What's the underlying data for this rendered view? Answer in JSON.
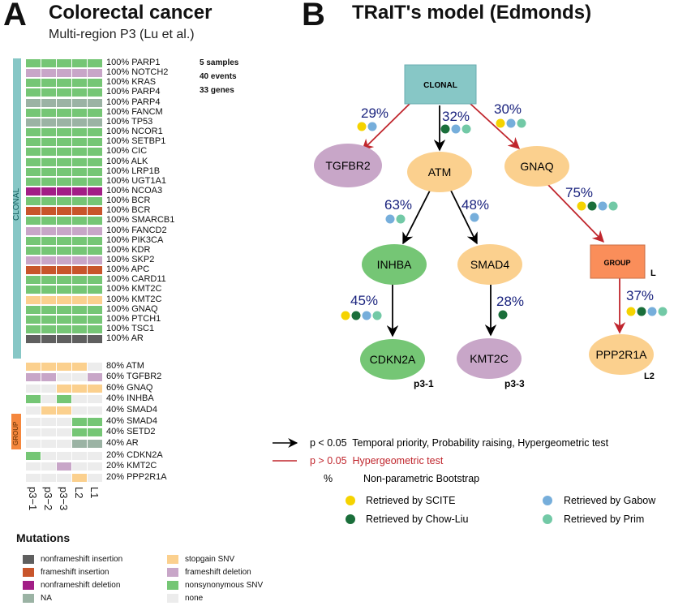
{
  "panel_a": {
    "letter": "A",
    "title": "Colorectal cancer",
    "subtitle": "Multi-region P3 (Lu et al.)",
    "stats": [
      "5 samples",
      "40 events",
      "33 genes"
    ],
    "sidebar_clonal": "CLONAL",
    "sidebar_group": "GROUP",
    "columns": [
      "p3−1",
      "p3−2",
      "p3−3",
      "L2",
      "L1"
    ],
    "colors": {
      "nonframeshift_insertion": "#5f5f5f",
      "frameshift_insertion": "#c8552b",
      "nonframeshift_deletion": "#a21e86",
      "NA": "#9bb3a4",
      "stopgain_SNV": "#fbd08e",
      "frameshift_deletion": "#c8a6c8",
      "nonsynonymous_SNV": "#75c675",
      "none": "#ececec"
    },
    "rows": [
      {
        "label": "100% PARP1",
        "cells": [
          "S",
          "S",
          "S",
          "S",
          "S"
        ]
      },
      {
        "label": "100% NOTCH2",
        "cells": [
          "FD",
          "FD",
          "FD",
          "FD",
          "FD"
        ]
      },
      {
        "label": "100% KRAS",
        "cells": [
          "S",
          "S",
          "S",
          "S",
          "S"
        ]
      },
      {
        "label": "100% PARP4",
        "cells": [
          "S",
          "S",
          "S",
          "S",
          "S"
        ]
      },
      {
        "label": "100% PARP4",
        "cells": [
          "NA",
          "NA",
          "NA",
          "NA",
          "NA"
        ]
      },
      {
        "label": "100% FANCM",
        "cells": [
          "S",
          "S",
          "S",
          "S",
          "S"
        ]
      },
      {
        "label": "100% TP53",
        "cells": [
          "NA",
          "NA",
          "NA",
          "NA",
          "NA"
        ]
      },
      {
        "label": "100% NCOR1",
        "cells": [
          "S",
          "S",
          "S",
          "S",
          "S"
        ]
      },
      {
        "label": "100% SETBP1",
        "cells": [
          "S",
          "S",
          "S",
          "S",
          "S"
        ]
      },
      {
        "label": "100% CIC",
        "cells": [
          "S",
          "S",
          "S",
          "S",
          "S"
        ]
      },
      {
        "label": "100% ALK",
        "cells": [
          "S",
          "S",
          "S",
          "S",
          "S"
        ]
      },
      {
        "label": "100% LRP1B",
        "cells": [
          "S",
          "S",
          "S",
          "S",
          "S"
        ]
      },
      {
        "label": "100% UGT1A1",
        "cells": [
          "S",
          "S",
          "S",
          "S",
          "S"
        ]
      },
      {
        "label": "100% NCOA3",
        "cells": [
          "ND",
          "ND",
          "ND",
          "ND",
          "ND"
        ]
      },
      {
        "label": "100% BCR",
        "cells": [
          "S",
          "S",
          "S",
          "S",
          "S"
        ]
      },
      {
        "label": "100% BCR",
        "cells": [
          "FI",
          "FI",
          "FI",
          "FI",
          "FI"
        ]
      },
      {
        "label": "100% SMARCB1",
        "cells": [
          "S",
          "S",
          "S",
          "S",
          "S"
        ]
      },
      {
        "label": "100% FANCD2",
        "cells": [
          "FD",
          "FD",
          "FD",
          "FD",
          "FD"
        ]
      },
      {
        "label": "100% PIK3CA",
        "cells": [
          "S",
          "S",
          "S",
          "S",
          "S"
        ]
      },
      {
        "label": "100% KDR",
        "cells": [
          "S",
          "S",
          "S",
          "S",
          "S"
        ]
      },
      {
        "label": "100% SKP2",
        "cells": [
          "FD",
          "FD",
          "FD",
          "FD",
          "FD"
        ]
      },
      {
        "label": "100% APC",
        "cells": [
          "FI",
          "FI",
          "FI",
          "FI",
          "FI"
        ]
      },
      {
        "label": "100% CARD11",
        "cells": [
          "S",
          "S",
          "S",
          "S",
          "S"
        ]
      },
      {
        "label": "100% KMT2C",
        "cells": [
          "S",
          "S",
          "S",
          "S",
          "S"
        ]
      },
      {
        "label": "100% KMT2C",
        "cells": [
          "SG",
          "SG",
          "SG",
          "SG",
          "SG"
        ]
      },
      {
        "label": "100% GNAQ",
        "cells": [
          "S",
          "S",
          "S",
          "S",
          "S"
        ]
      },
      {
        "label": "100% PTCH1",
        "cells": [
          "S",
          "S",
          "S",
          "S",
          "S"
        ]
      },
      {
        "label": "100% TSC1",
        "cells": [
          "S",
          "S",
          "S",
          "S",
          "S"
        ]
      },
      {
        "label": "100% AR",
        "cells": [
          "NI",
          "NI",
          "NI",
          "NI",
          "NI"
        ]
      },
      {
        "label": "80% ATM",
        "cells": [
          "SG",
          "SG",
          "SG",
          "SG",
          "N"
        ]
      },
      {
        "label": "60% TGFBR2",
        "cells": [
          "FD",
          "FD",
          "N",
          "N",
          "FD"
        ]
      },
      {
        "label": "60% GNAQ",
        "cells": [
          "N",
          "N",
          "SG",
          "SG",
          "SG"
        ]
      },
      {
        "label": "40% INHBA",
        "cells": [
          "S",
          "N",
          "S",
          "N",
          "N"
        ]
      },
      {
        "label": "40% SMAD4",
        "cells": [
          "N",
          "SG",
          "SG",
          "N",
          "N"
        ]
      },
      {
        "label": "40% SMAD4",
        "cells": [
          "N",
          "N",
          "N",
          "S",
          "S"
        ]
      },
      {
        "label": "40% SETD2",
        "cells": [
          "N",
          "N",
          "N",
          "S",
          "S"
        ]
      },
      {
        "label": "40% AR",
        "cells": [
          "N",
          "N",
          "N",
          "NA",
          "NA"
        ]
      },
      {
        "label": "20% CDKN2A",
        "cells": [
          "S",
          "N",
          "N",
          "N",
          "N"
        ]
      },
      {
        "label": "20% KMT2C",
        "cells": [
          "N",
          "N",
          "FD",
          "N",
          "N"
        ]
      },
      {
        "label": "20% PPP2R1A",
        "cells": [
          "N",
          "N",
          "N",
          "SG",
          "N"
        ]
      }
    ],
    "legend": {
      "title": "Mutations",
      "items": [
        {
          "label": "nonframeshift insertion",
          "color": "#5f5f5f"
        },
        {
          "label": "frameshift insertion",
          "color": "#c8552b"
        },
        {
          "label": "nonframeshift deletion",
          "color": "#a21e86"
        },
        {
          "label": "NA",
          "color": "#9bb3a4"
        },
        {
          "label": "stopgain SNV",
          "color": "#fbd08e"
        },
        {
          "label": "frameshift deletion",
          "color": "#c8a6c8"
        },
        {
          "label": "nonsynonymous SNV",
          "color": "#75c675"
        },
        {
          "label": "none",
          "color": "#ececec"
        }
      ]
    }
  },
  "panel_b": {
    "letter": "B",
    "title": "TRaIT's model (Edmonds)",
    "nodes": {
      "clonal": "CLONAL",
      "tgfbr2": "TGFBR2",
      "atm": "ATM",
      "gnaq": "GNAQ",
      "inhba": "INHBA",
      "smad4": "SMAD4",
      "group": "GROUP",
      "cdkn2a": "CDKN2A",
      "kmt2c": "KMT2C",
      "ppp2r1a": "PPP2R1A"
    },
    "node_tags": {
      "group": "L",
      "cdkn2a": "p3-1",
      "kmt2c": "p3-3",
      "ppp2r1a": "L2"
    },
    "edge_labels": {
      "clonal_tgfbr2": "29%",
      "clonal_atm": "32%",
      "clonal_gnaq": "30%",
      "atm_inhba": "63%",
      "atm_smad4": "48%",
      "gnaq_group": "75%",
      "inhba_cdkn2a": "45%",
      "smad4_kmt2c": "28%",
      "group_ppp2r1a": "37%"
    },
    "legend": {
      "black_arrow": "p < 0.05  Temporal priority, Probability raising, Hypergeometric test",
      "red_arrow": "p > 0.05  Hypergeometric test",
      "percent_symbol": "%",
      "percent_text": "Non-parametric Bootstrap",
      "scite": "Retrieved by SCITE",
      "gabow": "Retrieved by Gabow",
      "chowliu": "Retrieved by Chow-Liu",
      "prim": "Retrieved by Prim"
    },
    "colors": {
      "scite": "#f5d300",
      "chowliu": "#1a6e3a",
      "gabow": "#76aedb",
      "prim": "#72c9a6",
      "black_edge": "#000000",
      "red_edge": "#c0262d",
      "percent_text": "#1a237e"
    }
  }
}
